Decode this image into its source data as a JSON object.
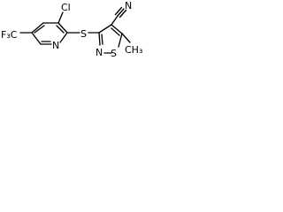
{
  "molecule": {
    "atoms": {
      "cl": "Cl",
      "s_thioether": "S",
      "n_nitrile": "N",
      "n_pyridine": "N",
      "n_isothiazole": "N",
      "s_isothiazole": "S",
      "cf3": "F₃C",
      "methyl": "CH₃"
    }
  }
}
